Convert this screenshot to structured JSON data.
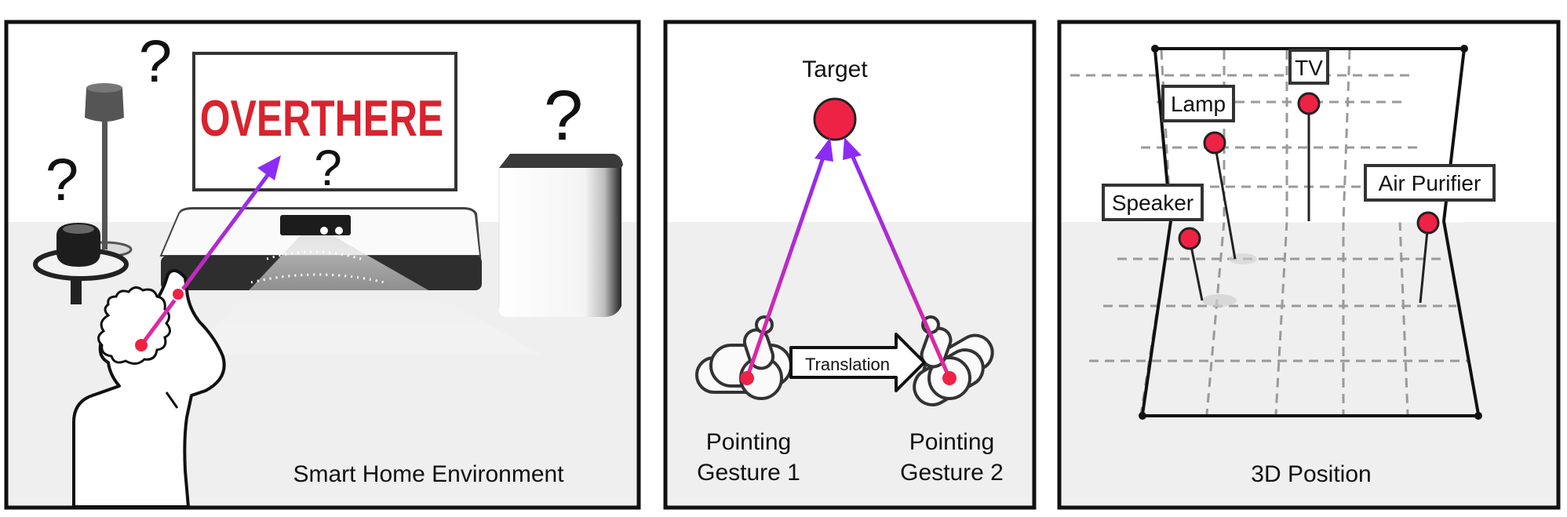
{
  "panel1": {
    "caption": "Smart Home Environment",
    "tv_screen_text": "OVERTHERE",
    "question_marks": [
      "?",
      "?",
      "?",
      "?"
    ]
  },
  "panel2": {
    "target_label": "Target",
    "translation_label": "Translation",
    "gesture1_line1": "Pointing",
    "gesture1_line2": "Gesture 1",
    "gesture2_line1": "Pointing",
    "gesture2_line2": "Gesture 2"
  },
  "panel3": {
    "caption": "3D Position",
    "labels": {
      "tv": "TV",
      "lamp": "Lamp",
      "speaker": "Speaker",
      "air_purifier": "Air Purifier"
    }
  },
  "colors": {
    "marker": "#ee2244",
    "arrow_start": "#e8289a",
    "arrow_end": "#8b2cf5",
    "tv_text": "#d9232e",
    "frame": "#111111",
    "floor": "#efefef",
    "grid": "#9a9a9a"
  }
}
